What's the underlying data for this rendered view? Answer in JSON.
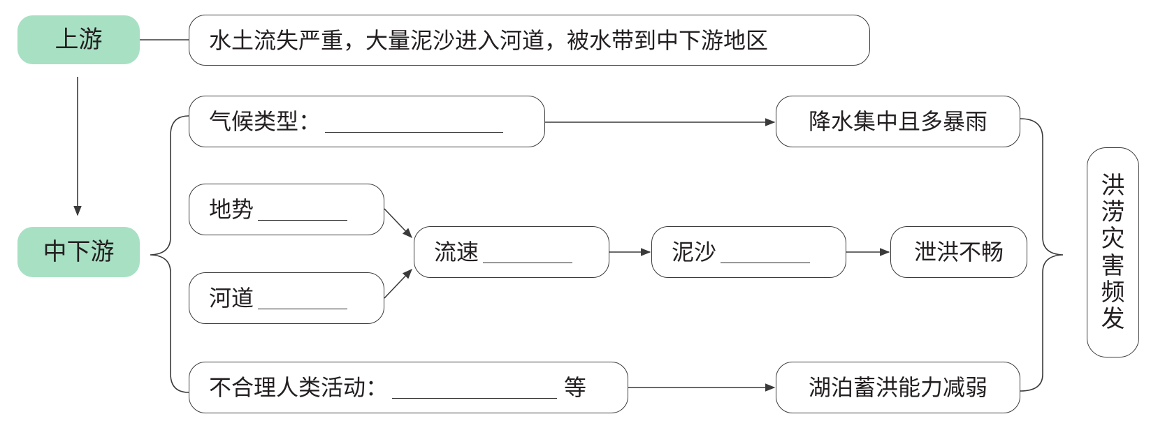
{
  "upstream": {
    "label": "上游",
    "description": "水土流失严重，大量泥沙进入河道，被水带到中下游地区"
  },
  "midstream": {
    "label": "中下游"
  },
  "factors": {
    "climate_label": "气候类型：",
    "terrain_label": "地势",
    "channel_label": "河道",
    "flow_label": "流速",
    "silt_label": "泥沙",
    "human_label": "不合理人类活动：",
    "human_suffix": "等"
  },
  "effects": {
    "rainfall": "降水集中且多暴雨",
    "drainage": "泄洪不畅",
    "lake": "湖泊蓄洪能力减弱"
  },
  "result": {
    "chars": [
      "洪",
      "涝",
      "灾",
      "害",
      "频",
      "发"
    ]
  },
  "colors": {
    "accent_green": "#a8e0c4",
    "line": "#3a3a3a"
  }
}
